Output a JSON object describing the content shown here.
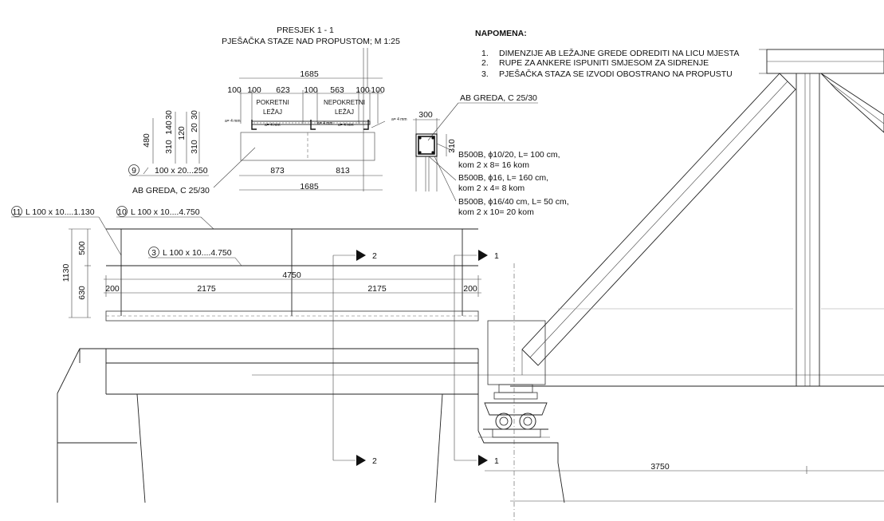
{
  "section": {
    "title": "PRESJEK 1 - 1",
    "subtitle": "PJEŠAČKA STAZE NAD PROPUSTOM; M 1:25"
  },
  "notes": {
    "heading": "NAPOMENA:",
    "items": [
      {
        "num": "1.",
        "text": "DIMENZIJE AB LEŽAJNE GREDE ODREDITI NA LICU MJESTA"
      },
      {
        "num": "2.",
        "text": "RUPE ZA ANKERE ISPUNITI SMJESOM ZA SIDRENJE"
      },
      {
        "num": "3.",
        "text": "PJEŠAČKA STAZA SE IZVODI OBOSTRANO NA PROPUSTU"
      }
    ]
  },
  "section_dims": {
    "total_top": "1685",
    "segments": [
      "100",
      "100",
      "623",
      "100",
      "563",
      "100",
      "100"
    ],
    "pokretni_1": "POKRETNI",
    "pokretni_2": "LEŽAJ",
    "nepokretni_1": "NEPOKRETNI",
    "nepokretni_2": "LEŽAJ",
    "weld_1": "a= 4 mm",
    "weld_2": "a= 4 mm",
    "weld_3": "a= 4 mm",
    "weld_4": "a= 4 mm",
    "weld_5": "a= 4 mm",
    "bottom_left": "873",
    "bottom_right": "813",
    "total_bottom": "1685",
    "vert_480": "480",
    "vert_310a": "310",
    "vert_140": "140",
    "vert_30a": "30",
    "vert_120": "120",
    "vert_310b": "310",
    "vert_20": "20",
    "vert_30b": "30",
    "plate_num": "9",
    "plate_text": "100 x 20...250",
    "beam_label": "AB GREDA, C 25/30"
  },
  "beam_detail": {
    "title": "AB GREDA, C 25/30",
    "width": "300",
    "height": "310",
    "rebar_1a": "B500B, ϕ10/20, L= 100 cm,",
    "rebar_1b": "kom 2 x 8= 16 kom",
    "rebar_2a": "B500B, ϕ16, L= 160 cm,",
    "rebar_2b": "kom 2 x 4= 8 kom",
    "rebar_3a": "B500B, ϕ16/40 cm, L= 50 cm,",
    "rebar_3b": "kom 2 x 10= 20 kom"
  },
  "railing": {
    "item11_num": "11",
    "item11_text": "L 100 x 10....1.130",
    "item10_num": "10",
    "item10_text": "L 100 x 10....4.750",
    "item3_num": "3",
    "item3_text": "L 100 x 10....4.750",
    "dim_500": "500",
    "dim_1130": "1130",
    "dim_630": "630",
    "dim_4750": "4750",
    "seg": [
      "200",
      "2175",
      "2175",
      "200"
    ]
  },
  "section_marks": {
    "mark_2_top": "2",
    "mark_1_top": "1",
    "mark_2_bottom": "2",
    "mark_1_bottom": "1"
  },
  "elevation": {
    "span": "3750"
  }
}
